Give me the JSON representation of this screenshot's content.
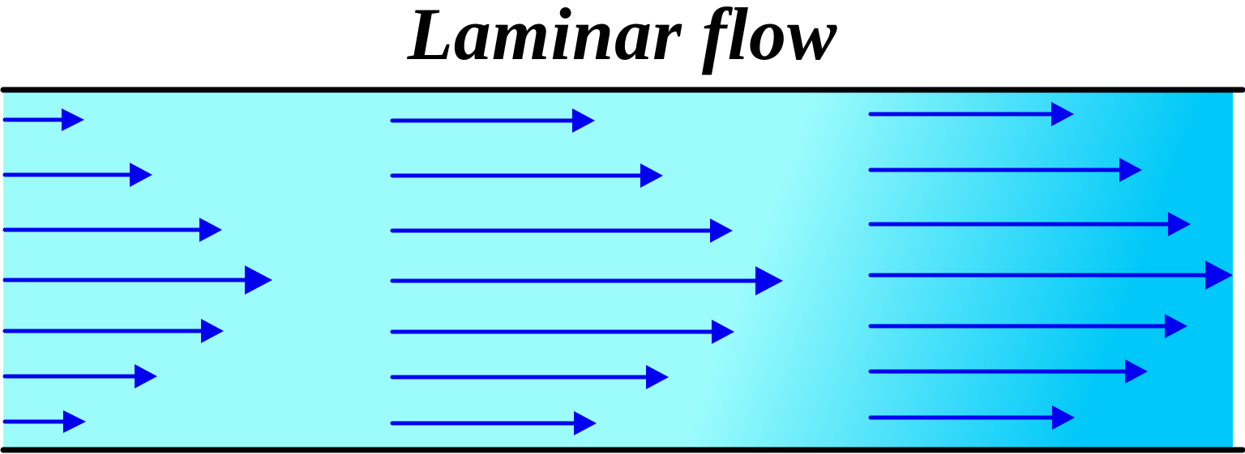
{
  "title": "Laminar flow",
  "colors": {
    "background": "#ffffff",
    "fluid_light": "#9cfcfc",
    "fluid_dark": "#00c8f8",
    "wall": "#000000",
    "arrow": "#0000ee"
  },
  "velocity_profile": {
    "description_shape": "parabolic",
    "stations": 3,
    "arrows_per_station": 7
  }
}
